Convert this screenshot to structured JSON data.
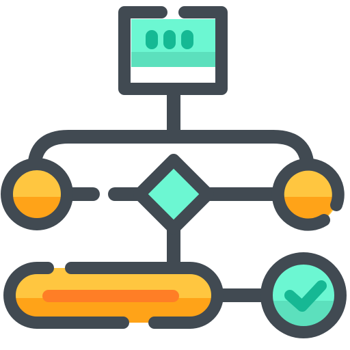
{
  "icon": {
    "name": "flowchart-icon",
    "nodes": [
      {
        "id": "process-box",
        "shape": "rectangle",
        "icon": "ellipsis-dots"
      },
      {
        "id": "decision-node",
        "shape": "diamond"
      },
      {
        "id": "left-node",
        "shape": "circle"
      },
      {
        "id": "right-node",
        "shape": "circle"
      },
      {
        "id": "terminal-pill",
        "shape": "pill"
      },
      {
        "id": "complete-node",
        "shape": "circle",
        "icon": "checkmark-icon"
      }
    ]
  },
  "colors": {
    "outline": "#414a52",
    "mint": "#6cf7d2",
    "mint_dark": "#5ce0bd",
    "teal_dots": "#15b994",
    "yellow": "#ffc640",
    "orange": "#ffa318",
    "orange_stripe": "#ff7e26",
    "check": "#16b894",
    "white": "#ffffff"
  }
}
